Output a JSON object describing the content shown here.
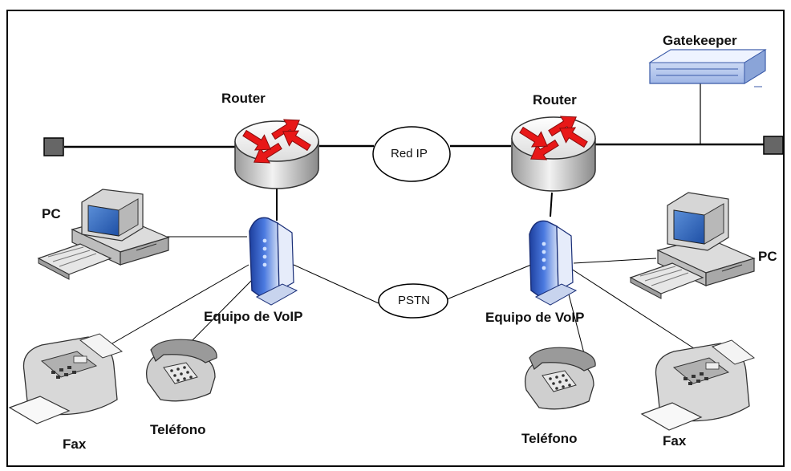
{
  "nodes": {
    "router_left": "Router",
    "router_right": "Router",
    "gatekeeper": "Gatekeeper",
    "red_ip": "Red IP",
    "pstn": "PSTN",
    "voip_left": "Equipo de VoIP",
    "voip_right": "Equipo de VoIP",
    "pc_left": "PC",
    "pc_right": "PC",
    "phone_left": "Teléfono",
    "phone_right": "Teléfono",
    "fax_left": "Fax",
    "fax_right": "Fax"
  },
  "colors": {
    "arrow": "#e81818",
    "voip_body": "#2b55c8",
    "gatekeeper_body": "#c6d6f6",
    "terminator": "#666666"
  }
}
